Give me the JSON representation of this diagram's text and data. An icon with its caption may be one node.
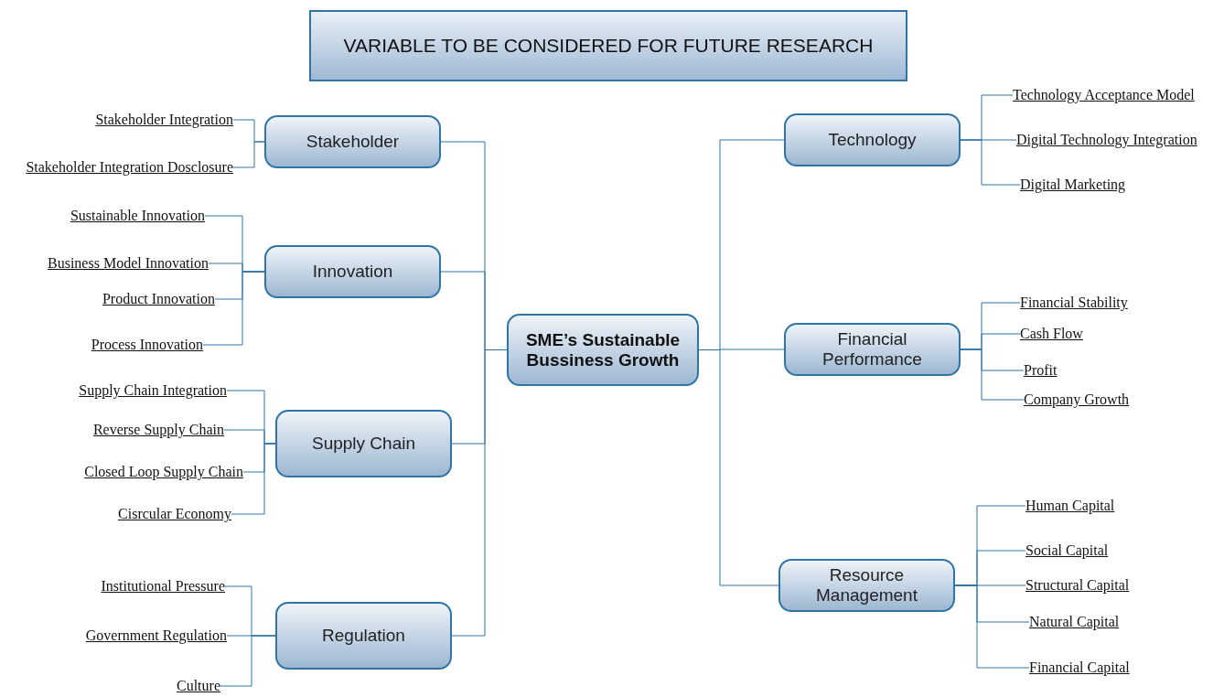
{
  "diagram": {
    "title": "VARIABLE TO BE CONSIDERED FOR FUTURE RESEARCH",
    "nodes": [
      {
        "text": [
          "SME’s Sustainable Bussiness Growth"
        ]
      },
      {
        "text": [
          "Stakeholder"
        ]
      },
      {
        "text": [
          "Innovation"
        ]
      },
      {
        "text": [
          "Supply Chain"
        ]
      },
      {
        "text": [
          "Regulation"
        ]
      },
      {
        "text": [
          "Technology"
        ]
      },
      {
        "text": [
          "Financial Performance"
        ]
      },
      {
        "text": [
          "Resource Management"
        ]
      },
      {
        "text": [
          "Stakeholder Integration"
        ]
      },
      {
        "text": [
          "Stakeholder Integration Dosclosure"
        ]
      },
      {
        "text": [
          "Sustainable Innovation"
        ]
      },
      {
        "text": [
          "Business Model Innovation"
        ]
      },
      {
        "text": [
          "Product Innovation"
        ]
      },
      {
        "text": [
          "Process Innovation"
        ]
      },
      {
        "text": [
          "Supply Chain Integration"
        ]
      },
      {
        "text": [
          "Reverse Supply Chain"
        ]
      },
      {
        "text": [
          "Closed Loop Supply Chain"
        ]
      },
      {
        "text": [
          "Cisrcular Economy"
        ]
      },
      {
        "text": [
          "Institutional Pressure"
        ]
      },
      {
        "text": [
          "Government Regulation"
        ]
      },
      {
        "text": [
          "Culture"
        ]
      },
      {
        "text": [
          "Technology Acceptance Model"
        ]
      },
      {
        "text": [
          "Digital Technology Integration"
        ]
      },
      {
        "text": [
          "Digital Marketing"
        ]
      },
      {
        "text": [
          "Financial Stability"
        ]
      },
      {
        "text": [
          "Cash Flow"
        ]
      },
      {
        "text": [
          "Profit"
        ]
      },
      {
        "text": [
          "Company Growth"
        ]
      },
      {
        "text": [
          "Human Capital"
        ]
      },
      {
        "text": [
          "Social Capital"
        ]
      },
      {
        "text": [
          "Structural Capital"
        ]
      },
      {
        "text": [
          "Natural Capital"
        ]
      },
      {
        "text": [
          "Financial Capital"
        ]
      }
    ],
    "edges": [
      {
        "from": 0,
        "to": 1,
        "arrow": "none"
      },
      {
        "from": 0,
        "to": 2,
        "arrow": "none"
      },
      {
        "from": 0,
        "to": 3,
        "arrow": "none"
      },
      {
        "from": 0,
        "to": 4,
        "arrow": "none"
      },
      {
        "from": 0,
        "to": 5,
        "arrow": "none"
      },
      {
        "from": 0,
        "to": 6,
        "arrow": "none"
      },
      {
        "from": 0,
        "to": 7,
        "arrow": "none"
      },
      {
        "from": 1,
        "to": 8,
        "arrow": "none"
      },
      {
        "from": 1,
        "to": 9,
        "arrow": "none"
      },
      {
        "from": 2,
        "to": 10,
        "arrow": "none"
      },
      {
        "from": 2,
        "to": 11,
        "arrow": "none"
      },
      {
        "from": 2,
        "to": 12,
        "arrow": "none"
      },
      {
        "from": 2,
        "to": 13,
        "arrow": "none"
      },
      {
        "from": 3,
        "to": 14,
        "arrow": "none"
      },
      {
        "from": 3,
        "to": 15,
        "arrow": "none"
      },
      {
        "from": 3,
        "to": 16,
        "arrow": "none"
      },
      {
        "from": 3,
        "to": 17,
        "arrow": "none"
      },
      {
        "from": 4,
        "to": 18,
        "arrow": "none"
      },
      {
        "from": 4,
        "to": 19,
        "arrow": "none"
      },
      {
        "from": 4,
        "to": 20,
        "arrow": "none"
      },
      {
        "from": 5,
        "to": 21,
        "arrow": "none"
      },
      {
        "from": 5,
        "to": 22,
        "arrow": "none"
      },
      {
        "from": 5,
        "to": 23,
        "arrow": "none"
      },
      {
        "from": 6,
        "to": 24,
        "arrow": "none"
      },
      {
        "from": 6,
        "to": 25,
        "arrow": "none"
      },
      {
        "from": 6,
        "to": 26,
        "arrow": "none"
      },
      {
        "from": 6,
        "to": 27,
        "arrow": "none"
      },
      {
        "from": 7,
        "to": 28,
        "arrow": "none"
      },
      {
        "from": 7,
        "to": 29,
        "arrow": "none"
      },
      {
        "from": 7,
        "to": 30,
        "arrow": "none"
      },
      {
        "from": 7,
        "to": 31,
        "arrow": "none"
      },
      {
        "from": 7,
        "to": 32,
        "arrow": "none"
      }
    ]
  }
}
